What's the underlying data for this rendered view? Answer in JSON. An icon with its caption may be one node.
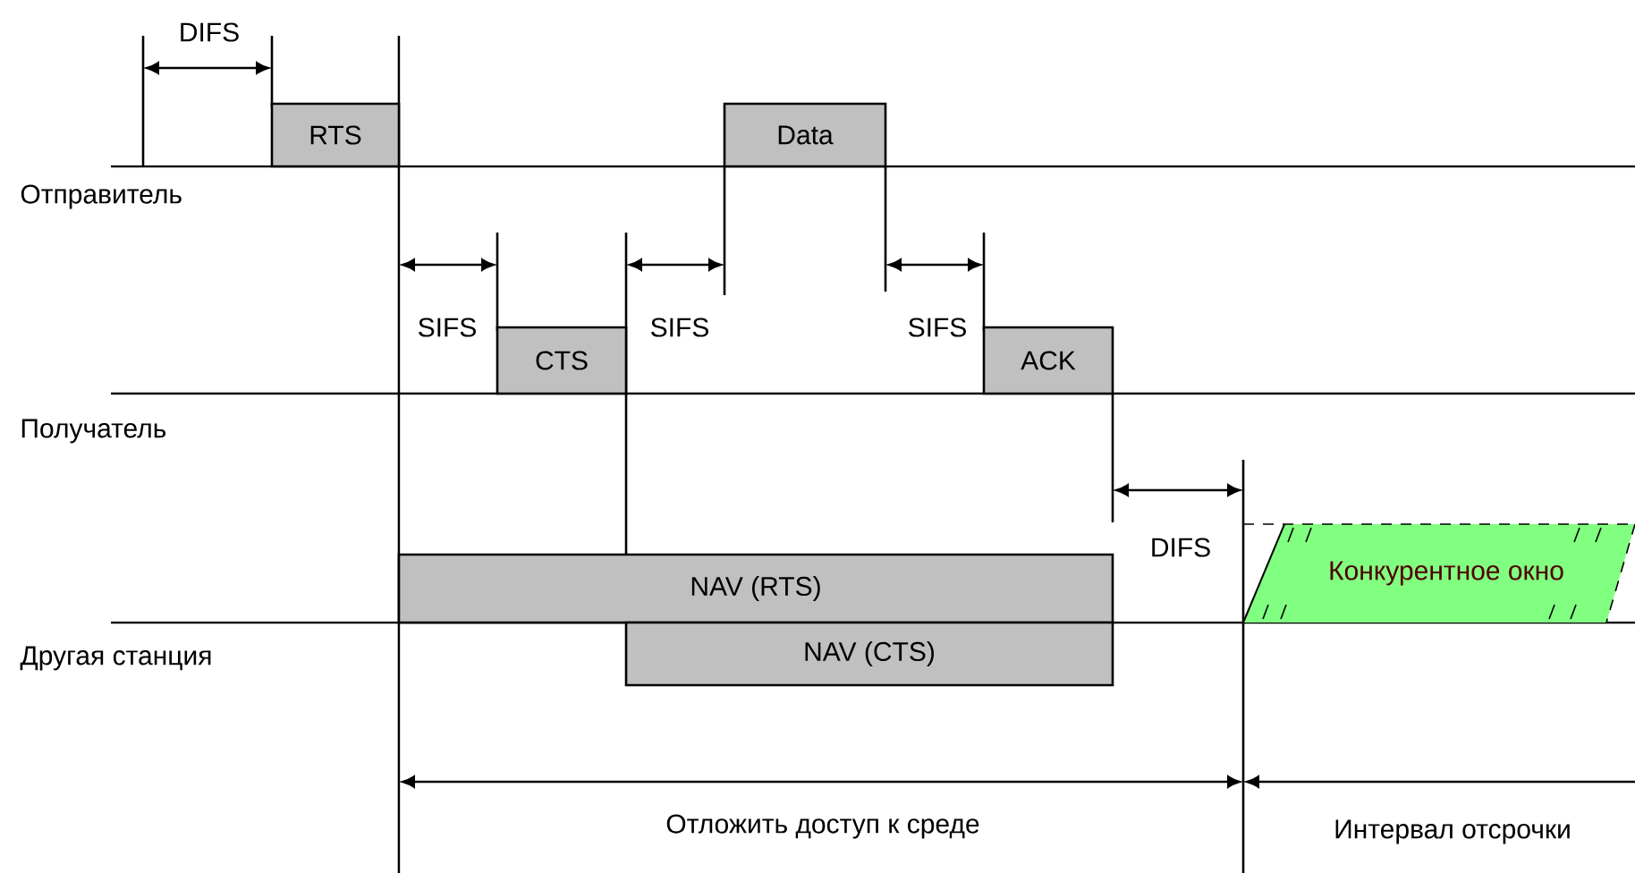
{
  "diagram": {
    "nodes": [
      {
        "text": [
          "RTS"
        ]
      },
      {
        "text": [
          "Data"
        ]
      },
      {
        "text": [
          "CTS"
        ]
      },
      {
        "text": [
          "ACK"
        ]
      },
      {
        "text": [
          "NAV (RTS)"
        ]
      },
      {
        "text": [
          "NAV (CTS)"
        ]
      },
      {
        "text": [
          "Конкурентное окно"
        ]
      }
    ],
    "labels": [
      "DIFS",
      "Отправитель",
      "SIFS",
      "SIFS",
      "SIFS",
      "Получатель",
      "DIFS",
      "Другая станция",
      "Отложить доступ к среде",
      "Интервал отсрочки"
    ]
  }
}
